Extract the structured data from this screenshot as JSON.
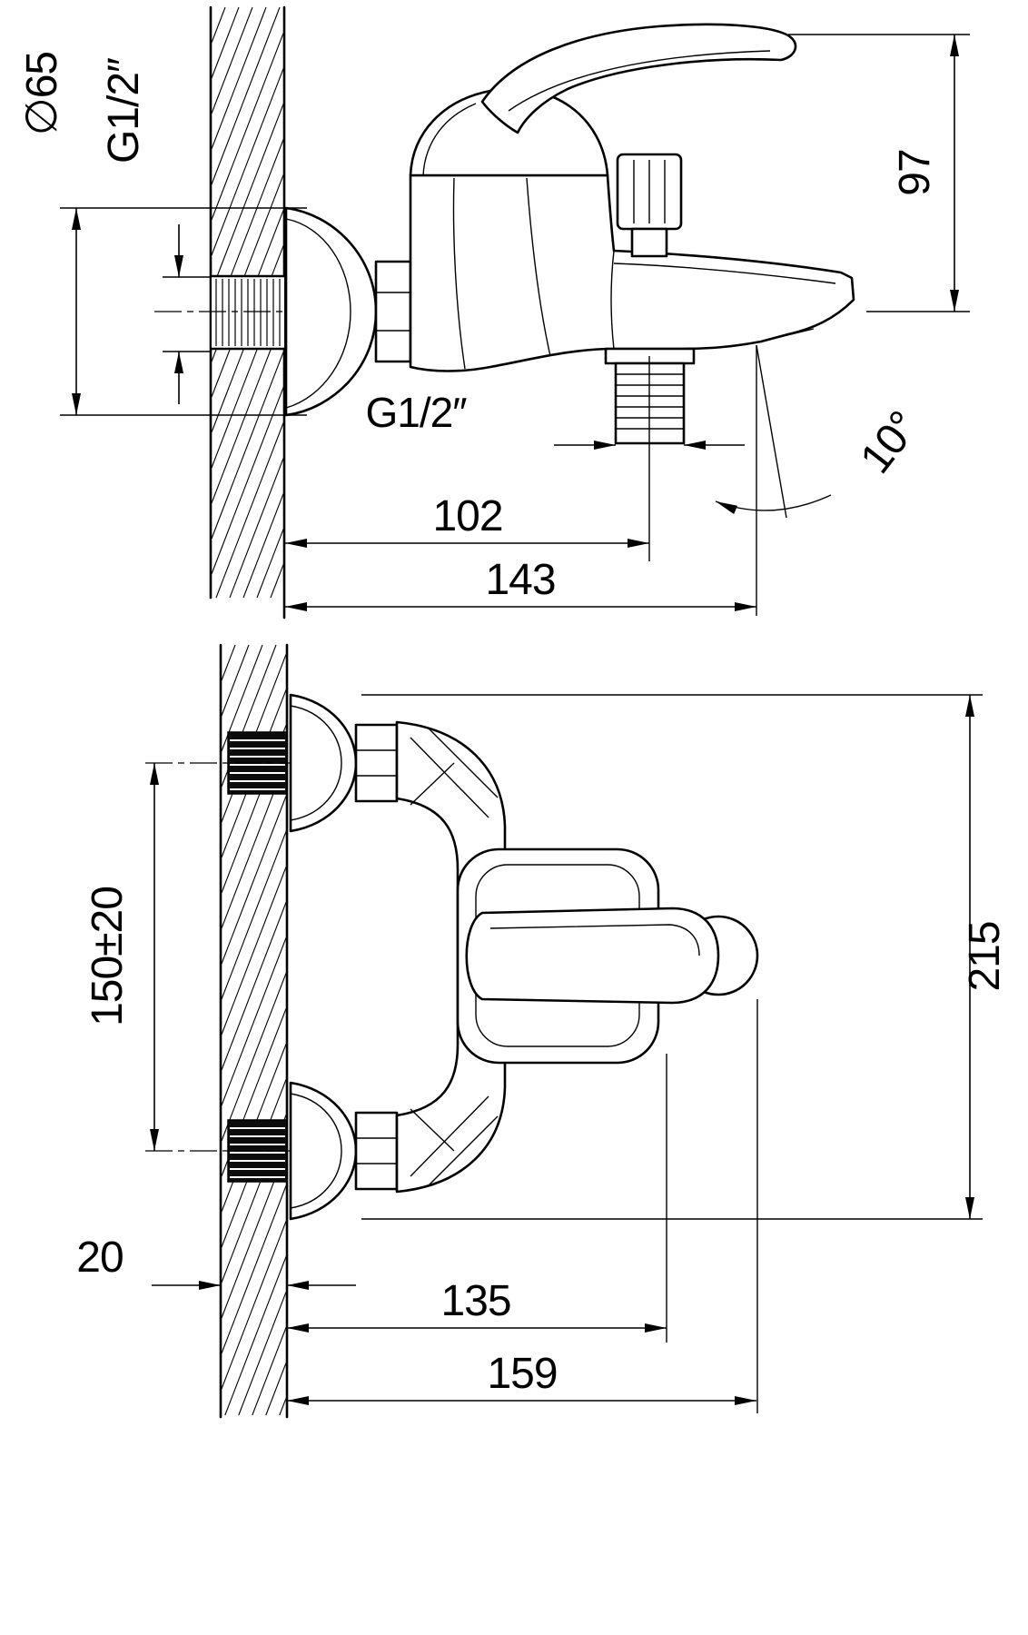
{
  "labels": {
    "side": {
      "flange_diameter": "∅65",
      "wall_thread": "G1/2″",
      "height": "97",
      "outlet_thread": "G1/2″",
      "outlet_offset": "102",
      "spout_reach": "143",
      "spout_angle": "10°"
    },
    "plan": {
      "inlet_spacing": "150±20",
      "overall_width": "215",
      "wall_thickness": "20",
      "handle_depth": "135",
      "overall_depth": "159"
    }
  },
  "colors": {
    "line": "#000000",
    "background": "#ffffff"
  }
}
